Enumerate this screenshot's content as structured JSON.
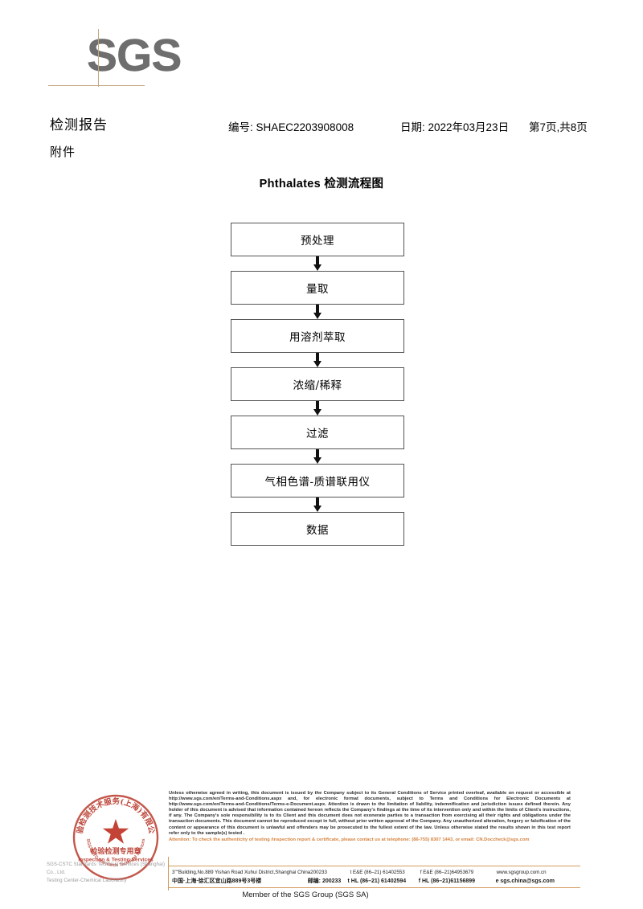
{
  "logo": {
    "text": "SGS"
  },
  "header": {
    "title": "检测报告",
    "attachment_label": "附件",
    "report_no": "编号: SHAEC2203908008",
    "date": "日期: 2022年03月23日",
    "page": "第7页,共8页"
  },
  "flowchart": {
    "title": "Phthalates 检测流程图",
    "steps": [
      {
        "label": "预处理"
      },
      {
        "label": "量取"
      },
      {
        "label": "用溶剂萃取"
      },
      {
        "label": "浓缩/稀释"
      },
      {
        "label": "过滤"
      },
      {
        "label": "气相色谱-质谱联用仪"
      },
      {
        "label": "数据"
      }
    ]
  },
  "seal": {
    "outer_text_cn": "检验检测技术服务(上海)有限公司",
    "center_text_cn": "检验检测专用章",
    "center_text_en": "Inspection & Testing Services",
    "company_line1": "SGS-CSTC Standards Technical Services (Shanghai) Co., Ltd.",
    "company_line2": "Testing Center-Chemical Laboratory"
  },
  "footer": {
    "legal": "Unless otherwise agreed in writing, this document is issued by the Company subject to its General Conditions of Service printed overleaf, available on request or accessible at http://www.sgs.com/en/Terms-and-Conditions.aspx and, for electronic format documents, subject to Terms and Conditions for Electronic Documents at http://www.sgs.com/en/Terms-and-Conditions/Terms-e-Document.aspx. Attention is drawn to the limitation of liability, indemnification and jurisdiction issues defined therein. Any holder of this document is advised that information contained hereon reflects the Company's findings at the time of its intervention only and within the limits of Client's instructions, if any. The Company's sole responsibility is to its Client and this document does not exonerate parties to a transaction from exercising all their rights and obligations under the transaction documents. This document cannot be reproduced except in full, without prior written approval of the Company. Any unauthorized alteration, forgery or falsification of the content or appearance of this document is unlawful and offenders may be prosecuted to the fullest extent of the law. Unless otherwise stated the results shown in this test report refer only to the sample(s) tested .",
    "attention": "Attention: To check the authenticity of testing /inspection report & certificate, please contact us at telephone: (86-755) 8307 1443, or email: CN.Doccheck@sgs.com",
    "address_en": "3\"\"Building,No.889 Yishan Road Xuhui District,Shanghai China",
    "postcode_en": "200233",
    "address_cn": "中国·上海·徐汇区宜山路889号3号楼",
    "postcode_cn_label": "邮编: 200233",
    "tel1": "t E&E (86–21) 61402553",
    "tel2": "f E&E (86–21)64953679",
    "tel3": "t HL (86–21) 61402594",
    "tel4": "f HL (86–21)61156899",
    "website": "www.sgsgroup.com.cn",
    "email": "e  sgs.china@sgs.com",
    "member": "Member of the SGS Group (SGS SA)"
  },
  "colors": {
    "logo_grey": "#6e6e6e",
    "rule_tan": "#c4a882",
    "attention_orange": "#d4803a",
    "seal_red": "#c0392b",
    "box_border": "#555555"
  }
}
